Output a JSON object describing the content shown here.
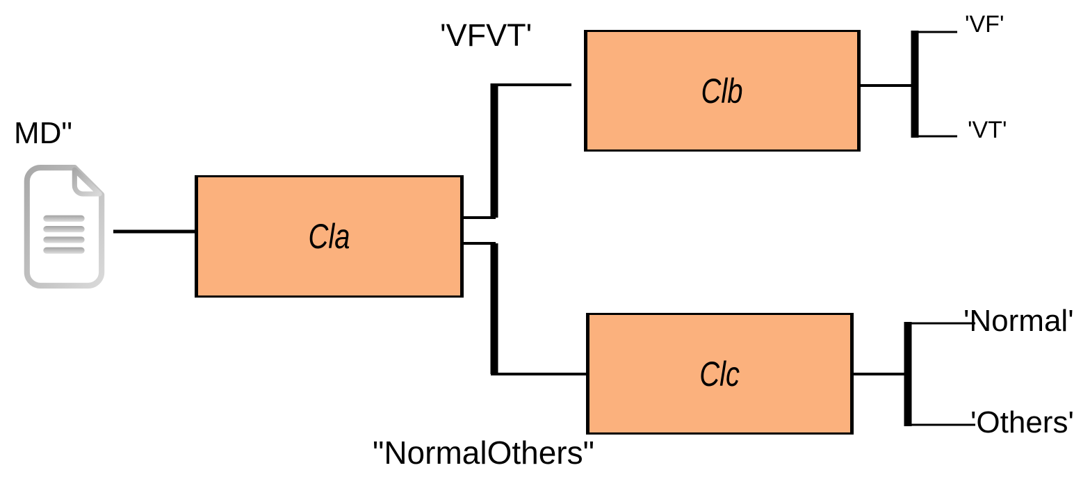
{
  "diagram": {
    "source": {
      "label": "MD\"",
      "icon": "document-icon"
    },
    "nodes": {
      "cla": "Cla",
      "clb": "Clb",
      "clc": "Clc"
    },
    "edge_labels": {
      "top_branch": "'VFVT'",
      "bottom_branch": "\"NormalOthers\""
    },
    "leaves": {
      "vf": "'VF'",
      "vt": "'VT'",
      "normal": "'Normal'",
      "others": "'Others'"
    },
    "colors": {
      "node_fill": "#fbb17d",
      "node_border": "#000000",
      "connector": "#000000",
      "icon_gray": "#b9b9b9"
    }
  }
}
